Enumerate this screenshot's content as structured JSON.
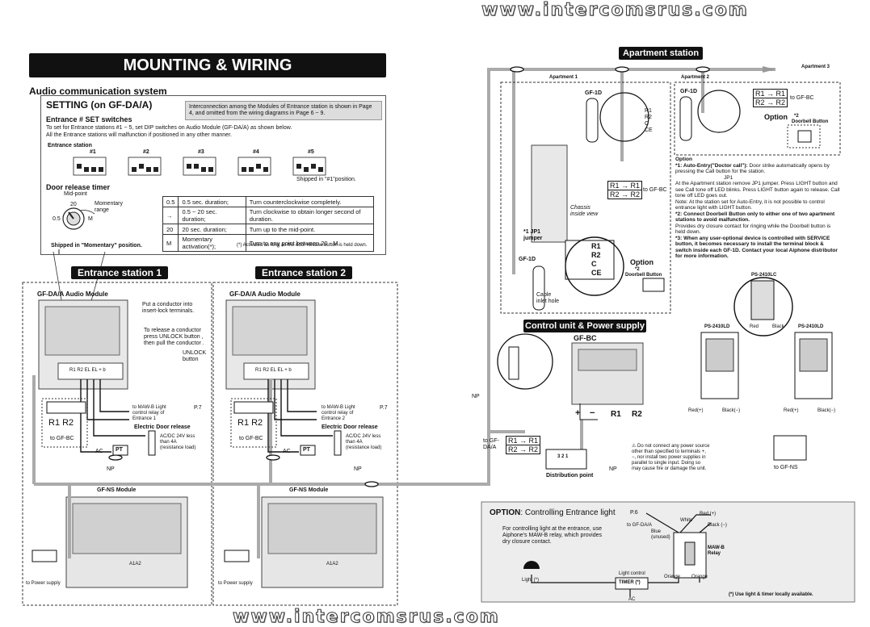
{
  "watermark": "www.intercomsrus.com",
  "title": "MOUNTING & WIRING",
  "subtitle": "Audio communication system",
  "setting": {
    "heading": "SETTING (on GF-DA/A)",
    "info_note": "Interconnection among the Modules of Entrance station is shown in Page 4, and omitted from the wiring diagrams in Page 6 ~ 9.",
    "switch_heading": "Entrance # SET switches",
    "switch_text_1": "To set for Entrance stations #1 ~ 5, set DIP switches on Audio Module (GF-DA/A) as shown below.",
    "switch_text_2": "All the Entrance stations will malfunction if positioned in any other manner.",
    "entrance_station_label": "Entrance station",
    "stations": [
      "#1",
      "#2",
      "#3",
      "#4",
      "#5"
    ],
    "shipped_switch": "Shipped in \"#1\"position.",
    "timer_heading": "Door release timer",
    "mid_point": "Mid-point",
    "momentary_range": "Momentary range",
    "dial_20": "20",
    "dial_05": "0.5",
    "dial_m": "M",
    "shipped_momentary": "Shipped in \"Momentary\" position.",
    "timer_rows": [
      [
        "0.5",
        "0.5 sec. duration;",
        "Turn counterclockwise completely."
      ],
      [
        "→",
        "0.5 ~ 20 sec. duration;",
        "Turn clockwise to obtain longer second of duration."
      ],
      [
        "20",
        "20 sec. duration;",
        "Turn up to the mid-point."
      ],
      [
        "M",
        "Momentary activation(*);",
        "Turn to any point between 20 - M."
      ]
    ],
    "timer_footnote": "(*) Activated as long as the door release button is held down."
  },
  "entrance1": {
    "banner": "Entrance station 1",
    "module": "GF-DA/A Audio Module",
    "insert_note": "Put a conductor into insert-lock terminals.",
    "release_note": "To release a conductor press UNLOCK button , then pull the conductor .",
    "unlock": "UNLOCK button",
    "maw_note": "to MAW-B Light control relay of Entrance 1",
    "p7": "P.7",
    "door_release": "Electric Door release",
    "door_spec": "AC/DC 24V less than 4A (resistance load)",
    "r_labels": "R1  R2",
    "to_gfbc": "to GF-BC",
    "ac": "AC",
    "pt": "PT",
    "np": "NP",
    "terminals": "R1 R2 EL EL +  b",
    "ns_module": "GF-NS Module",
    "ns_terminals": "A1A2",
    "to_power": "to Power supply"
  },
  "entrance2": {
    "banner": "Entrance station 2",
    "module": "GF-DA/A Audio Module",
    "maw_note": "to MAW-B Light control relay of Entrance 2",
    "p7": "P.7",
    "door_release": "Electric Door release",
    "door_spec": "AC/DC 24V less than 4A (resistance load)",
    "r_labels": "R1  R2",
    "to_gfbc": "to GF-BC",
    "ac": "AC",
    "pt": "PT",
    "np": "NP",
    "terminals": "R1 R2 EL EL +  b",
    "ns_module": "GF-NS Module",
    "ns_terminals": "A1A2",
    "to_power": "to Power supply"
  },
  "apartment": {
    "banner": "Apartment station",
    "apartment_1": "Apartment 1",
    "apartment_2": "Apartment 2",
    "apartment_3": "Apartment 3",
    "gf1d": "GF-1D",
    "terms": [
      "R1",
      "R2",
      "C",
      "CE"
    ],
    "r1r1": "R1 → R1",
    "r2r2": "R2 → R2",
    "to_gfbc": "to GF-BC",
    "chassis": "Chassis inside view",
    "jp1": "*1 JP1 jumper",
    "cable_inlet": "Cable inlet hole",
    "option": "Option",
    "doorbell_star": "*2",
    "doorbell": "Doorbell Button"
  },
  "options": {
    "heading": "Option",
    "o1_title": "*1: Auto-Entry(\"Doctor call\"):",
    "o1_text_a": "Door strike automatically opens by pressing the Call button for the station.",
    "o1_jp1": "JP1",
    "o1_text_b": "At the Apartment station remove JP1 jumper. Press LIGHT button and see Call tone off LED blinks. Press LIGHT button again to release. Call tone off LED goes out.",
    "o1_text_c": "Note: At the station set for Auto-Entry, it is not possible to control entrance light with LIGHT button.",
    "o2_title": "*2: Connect Doorbell Button only to either one of two apartment stations to avoid malfunction.",
    "o2_text": "Provides dry closure contact for ringing while the Doorbell button is held down.",
    "o3_title": "*3: When any user-optional device is controlled with SERVICE button, it becomes necessary to install the terminal block & switch inside each GF-1D. Contact your local Aiphone distributor for more information."
  },
  "control": {
    "banner": "Control unit & Power supply",
    "gfbc": "GF-BC",
    "np": "NP",
    "plus": "+",
    "minus": "−",
    "r1": "R1",
    "r2": "R2",
    "to_gfdaa": "to GF-DA/A",
    "dist_point": "Distribution point",
    "dist_nums": "3  2  1",
    "warning": "Do not connect any power source other than specified to terminals +, −, nor install two power supplies in parallel to single input. Doing so may cause fire or damage the unit."
  },
  "power": {
    "ps_top": "PS-2410LC",
    "ps_left": "PS-2410LD",
    "ps_right": "PS-2410LD",
    "red_plus": "Red(+)",
    "black_minus": "Black(−)",
    "red": "Red",
    "black": "Black",
    "to_gfns": "to GF-NS"
  },
  "option_light": {
    "title_bold": "OPTION",
    "title_rest": ": Controlling Entrance light",
    "text": "For controlling light at the entrance, use Aiphone's MAW-B relay, which provides dry closure contact.",
    "p6": "P.6",
    "to_gfdaa": "to GF-DA/A",
    "white": "White",
    "red_plus": "Red (+)",
    "black_minus": "Black (−)",
    "blue": "Blue (unused)",
    "maw": "MAW-B Relay",
    "orange1": "Orange",
    "orange2": "Orange",
    "light_control": "Light control",
    "timer": "TIMER (*)",
    "ac": "AC",
    "light": "Light (*)",
    "footnote": "(*) Use light & timer locally available."
  }
}
